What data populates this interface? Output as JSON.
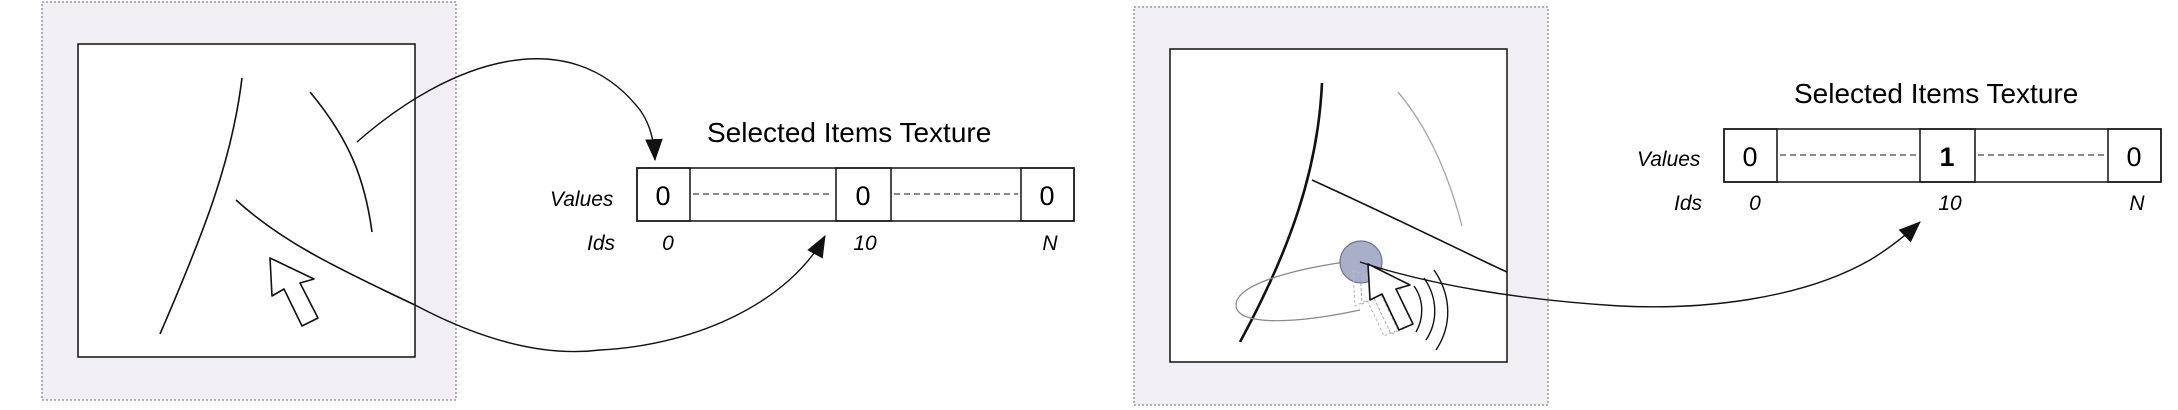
{
  "left_panel": {
    "texture_title": "Selected Items Texture",
    "row_values_label": "Values",
    "row_ids_label": "Ids",
    "values": [
      "0",
      "0",
      "0"
    ],
    "ids": [
      "0",
      "10",
      "N"
    ]
  },
  "right_panel": {
    "texture_title": "Selected Items Texture",
    "row_values_label": "Values",
    "row_ids_label": "Ids",
    "values": [
      "0",
      "1",
      "0"
    ],
    "ids": [
      "0",
      "10",
      "N"
    ],
    "highlighted_index": 1
  },
  "colors": {
    "frame_fill": "#f1eff3",
    "frame_border": "#9a9a9a",
    "selection_dot": "#a9aec9"
  }
}
